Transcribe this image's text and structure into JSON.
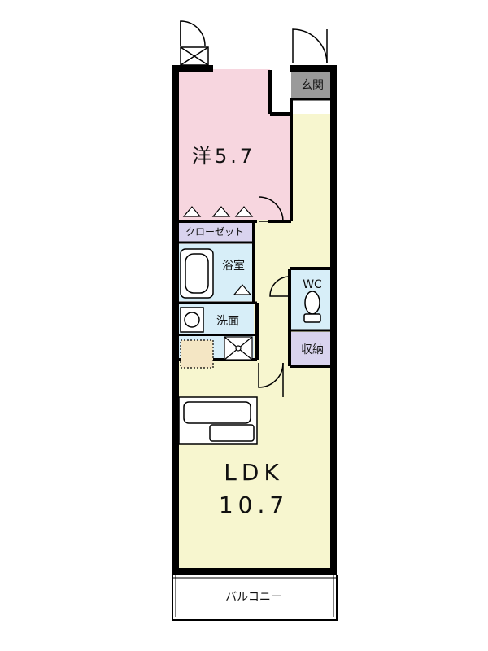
{
  "rooms": {
    "western_room": {
      "name": "洋",
      "size": "5.7"
    },
    "entrance": "玄関",
    "closet": "クローゼット",
    "bathroom": "浴室",
    "washroom": "洗面",
    "wc": "WC",
    "storage": "収納",
    "ldk": {
      "name": "LDK",
      "size": "10.7"
    },
    "balcony": "バルコニー"
  },
  "colors": {
    "western_room": "#f7d6df",
    "living": "#f7f6cf",
    "wet_area": "#d7eef8",
    "closet_storage": "#d9d3ee",
    "entrance": "#9a9a9a",
    "wall": "#000000"
  }
}
